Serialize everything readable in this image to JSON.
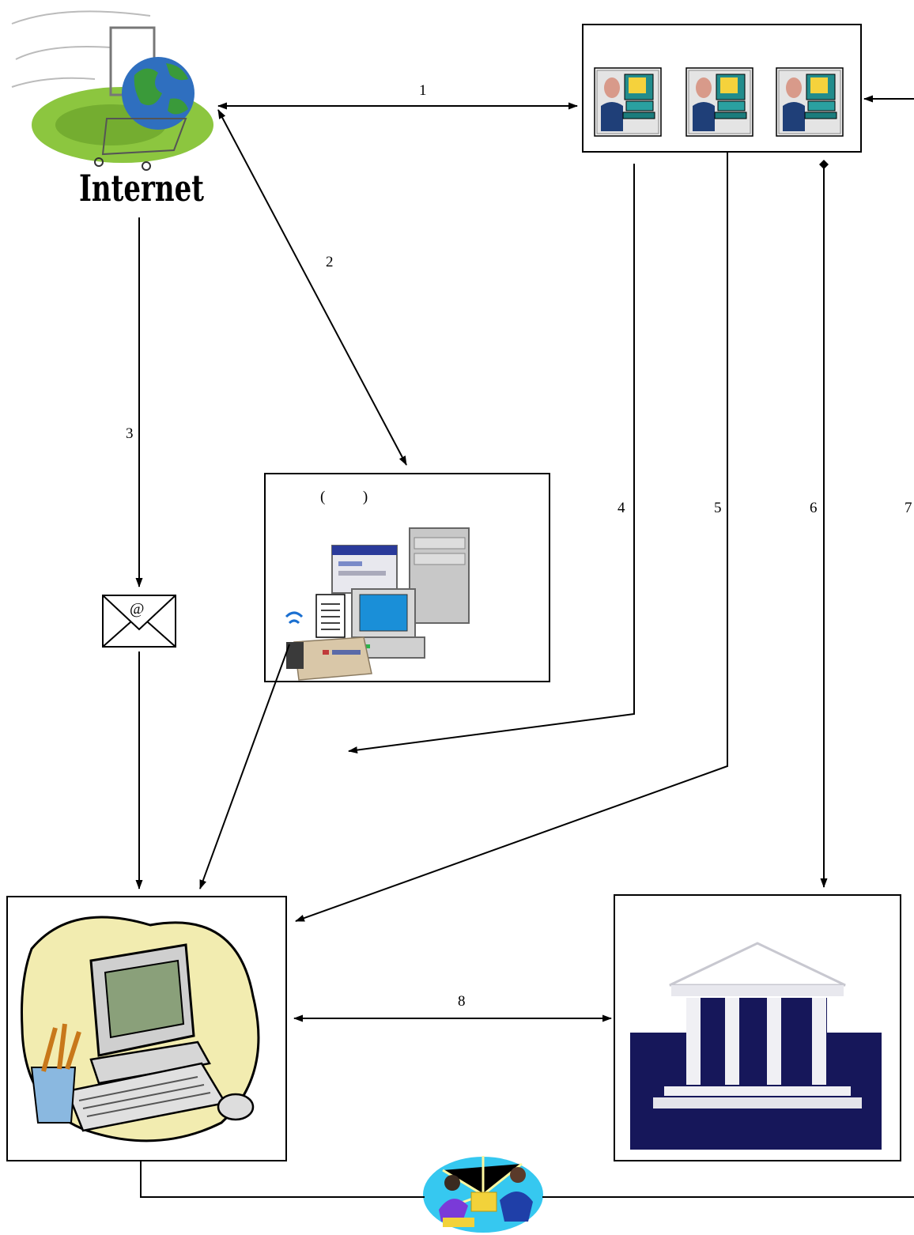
{
  "internet": {
    "label": "Internet"
  },
  "server_box": {
    "parens": "(          )"
  },
  "arrows": {
    "a1": "1",
    "a2": "2",
    "a3": "3",
    "a4": "4",
    "a5": "5",
    "a6": "6",
    "a7": "7",
    "a8": "8"
  },
  "icons": {
    "email": "envelope-at-icon",
    "operators": "operator-workstation-icon",
    "server": "server-computer-icon",
    "fax": "fax-machine-icon",
    "desktop": "desktop-computer-icon",
    "bank": "bank-building-icon",
    "handshake": "business-people-icon"
  }
}
